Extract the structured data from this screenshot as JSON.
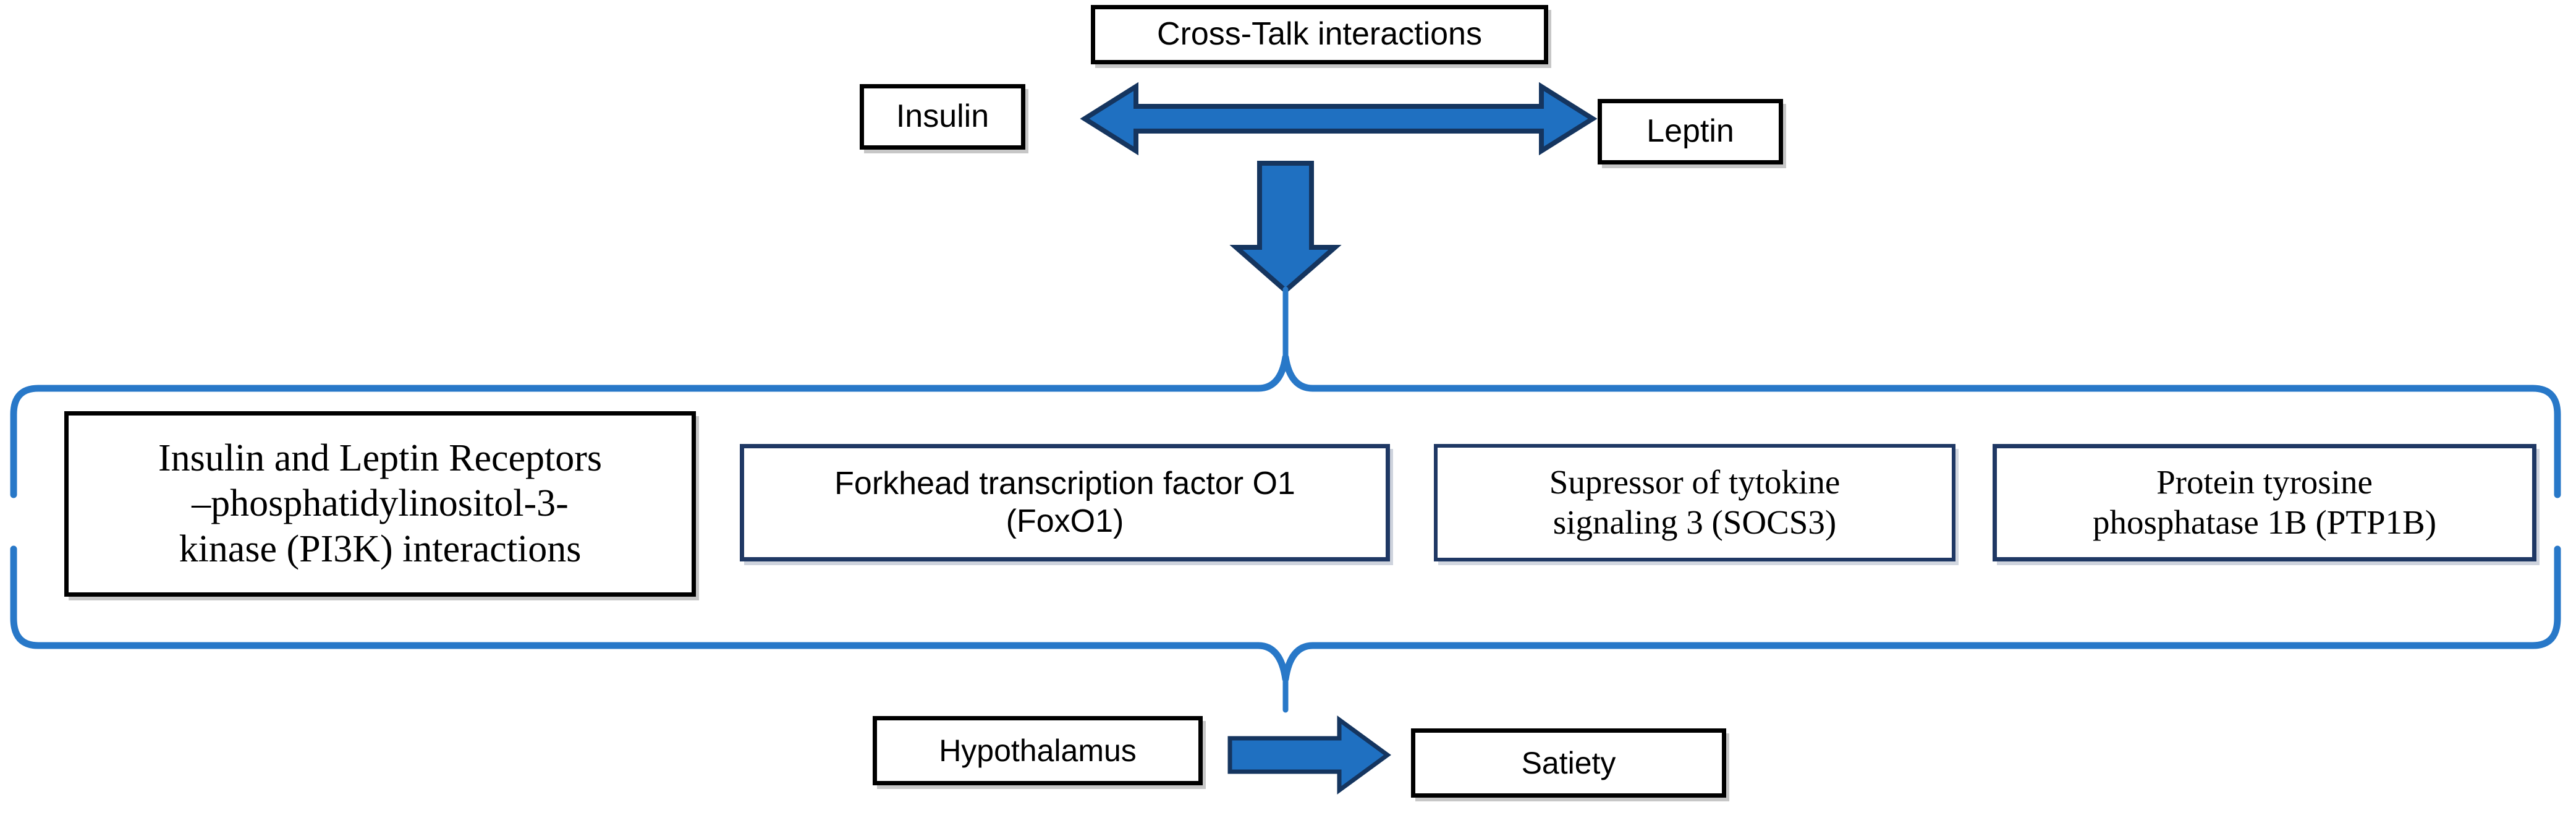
{
  "diagram": {
    "title": "Cross-Talk interactions",
    "palette": {
      "arrow_fill": "#1F70C1",
      "arrow_stroke": "#15355F",
      "brace_stroke": "#2878C8",
      "box_border_black": "#000000",
      "box_border_navy": "#1F3864",
      "background": "#FFFFFF",
      "text": "#000000"
    },
    "top_row": {
      "header_box": {
        "label": "Cross-Talk interactions"
      },
      "left_box": {
        "label": "Insulin"
      },
      "right_box": {
        "label": "Leptin"
      },
      "bidirectional_arrow": {
        "name": "insulin-leptin-double-arrow",
        "direction": "both"
      },
      "down_arrow": {
        "name": "crosstalk-down-arrow",
        "direction": "down"
      }
    },
    "mechanism_group": {
      "brace": {
        "name": "mechanism-brace",
        "style": "curly-brace-top-and-bottom"
      },
      "boxes": [
        {
          "id": "pi3k",
          "border": "black",
          "font": "serif",
          "lines": [
            "Insulin and Leptin Receptors",
            "–phosphatidylinositol-3-",
            "kinase (PI3K) interactions"
          ]
        },
        {
          "id": "foxo1",
          "border": "navy",
          "font": "sans",
          "lines": [
            "Forkhead transcription factor O1",
            "(FoxO1)"
          ]
        },
        {
          "id": "socs3",
          "border": "navy",
          "font": "serif",
          "lines": [
            "Supressor  of tytokine",
            "signaling 3 (SOCS3)"
          ]
        },
        {
          "id": "ptp1b",
          "border": "navy",
          "font": "serif",
          "lines": [
            "Protein tyrosine",
            "phosphatase 1B (PTP1B)"
          ]
        }
      ]
    },
    "bottom_row": {
      "left_box": {
        "label": "Hypothalamus"
      },
      "right_box": {
        "label": "Satiety"
      },
      "arrow": {
        "name": "hypothalamus-satiety-arrow",
        "direction": "right"
      }
    }
  }
}
